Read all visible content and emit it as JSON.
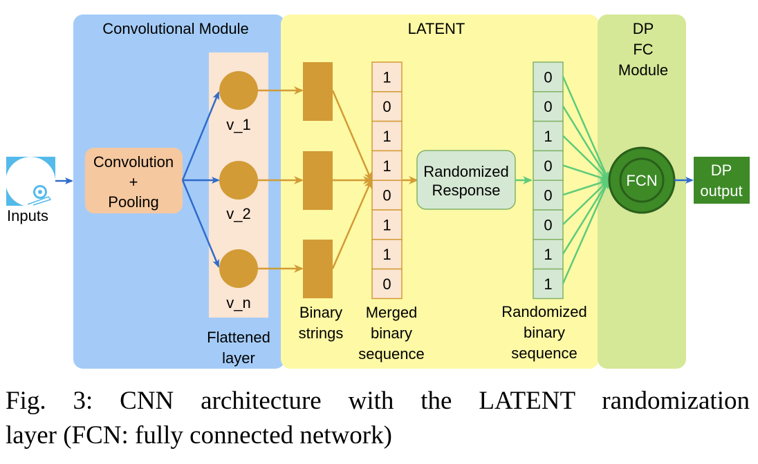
{
  "modules": {
    "conv": {
      "title": "Convolutional Module",
      "color": "#a4cbf7"
    },
    "latent": {
      "title": "LATENT",
      "color": "#fdf9a5"
    },
    "dpfc": {
      "title_lines": [
        "DP",
        "FC",
        "Module"
      ],
      "color": "#d5e897"
    }
  },
  "inputs": {
    "label": "Inputs",
    "icon": "disk-drive-icon",
    "color": "#54baea"
  },
  "conv_pool": {
    "lines": [
      "Convolution",
      "+",
      "Pooling"
    ],
    "color": "#f6c89f"
  },
  "flattened": {
    "label_lines": [
      "Flattened",
      "layer"
    ],
    "nodes": [
      "v_1",
      "v_2",
      "v_n"
    ],
    "node_color": "#d29b35",
    "bg_color": "#fbe5d3"
  },
  "binary_strings": {
    "label_lines": [
      "Binary",
      "strings"
    ],
    "color": "#d29b35"
  },
  "merged": {
    "label_lines": [
      "Merged",
      "binary",
      "sequence"
    ],
    "bits": [
      "1",
      "0",
      "1",
      "1",
      "0",
      "1",
      "1",
      "0"
    ],
    "cell_color": "#fbe5d3",
    "border_color": "#d29b35"
  },
  "randomized_response": {
    "lines": [
      "Randomized",
      "Response"
    ],
    "color": "#d5e8d4",
    "border": "#82b366"
  },
  "randomized": {
    "label_lines": [
      "Randomized",
      "binary",
      "sequence"
    ],
    "bits": [
      "0",
      "0",
      "1",
      "0",
      "0",
      "0",
      "1",
      "1"
    ],
    "cell_color": "#d5e8d4",
    "border_color": "#82b366"
  },
  "fcn": {
    "label": "FCN",
    "color": "#3d8a27",
    "dark": "#2a5e1a"
  },
  "output": {
    "lines": [
      "DP",
      "output"
    ],
    "color": "#3d8a27"
  },
  "colors": {
    "blue_arrow": "#2f6bcb",
    "gold_arrow": "#d29b35",
    "green_arrow": "#5ccb7a"
  },
  "caption": {
    "line1": "Fig. 3: CNN architecture with the LATENT randomization",
    "line2": "layer (FCN: fully connected network)"
  }
}
